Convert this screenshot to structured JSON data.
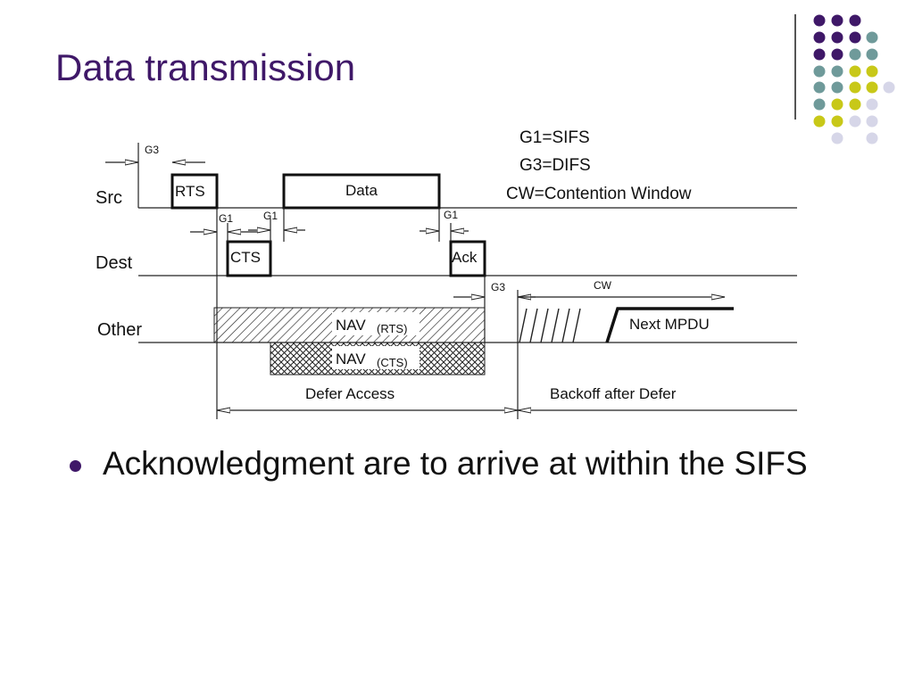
{
  "slide": {
    "title": "Data transmission",
    "bullets": [
      "Acknowledgment are to arrive at within the SIFS"
    ]
  },
  "diagram": {
    "rows": {
      "src": "Src",
      "dest": "Dest",
      "other": "Other"
    },
    "frames": {
      "rts": "RTS",
      "data": "Data",
      "cts": "CTS",
      "ack": "Ack",
      "next": "Next MPDU"
    },
    "nav_rts": {
      "main": "NAV",
      "sub": "(RTS)"
    },
    "nav_cts": {
      "main": "NAV",
      "sub": "(CTS)"
    },
    "gap_labels": {
      "g3_top": "G3",
      "g1_a": "G1",
      "g1_b": "G1",
      "g1_c": "G1",
      "g3_other": "G3",
      "cw": "CW"
    },
    "legend": [
      "G1=SIFS",
      "G3=DIFS",
      "CW=Contention Window"
    ],
    "spans": {
      "defer": "Defer Access",
      "backoff": "Backoff after Defer"
    }
  },
  "colors": {
    "title": "#3f1868",
    "purple": "#3f1868",
    "teal": "#6f9a9a",
    "yellow": "#c8c818",
    "lavender": "#d6d6e8"
  }
}
